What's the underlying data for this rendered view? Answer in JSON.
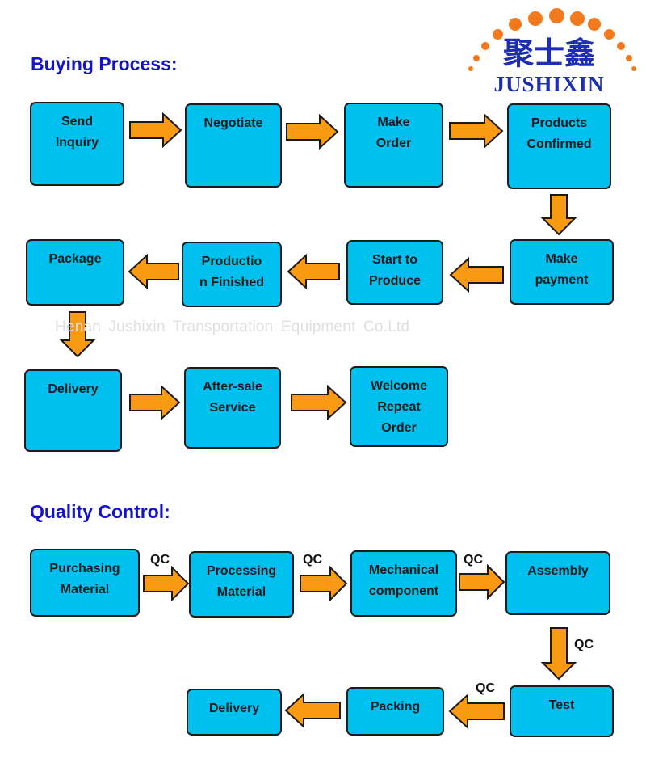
{
  "logo": {
    "chinese_text": "聚士鑫",
    "name": "JUSHIXIN",
    "dot_color": "#f37a1c",
    "text_color": "#1d2fb0"
  },
  "buying": {
    "title": "Buying Process:",
    "steps": {
      "send_inquiry": "Send\nInquiry",
      "negotiate": "Negotiate",
      "make_order": "Make\nOrder",
      "products_confirmed": "Products\nConfirmed",
      "make_payment": "Make\npayment",
      "start_to_produce": "Start to\nProduce",
      "production_finished": "Productio\nn Finished",
      "package": "Package",
      "delivery": "Delivery",
      "after_sale_service": "After-sale\nService",
      "welcome_repeat_order": "Welcome\nRepeat\nOrder"
    }
  },
  "watermark": "Henan Jushixin Transportation Equipment Co.Ltd",
  "quality": {
    "title": "Quality Control:",
    "steps": {
      "purchasing_material": "Purchasing\nMaterial",
      "processing_material": "Processing\nMaterial",
      "mechanical_component": "Mechanical\ncomponent",
      "assembly": "Assembly",
      "test": "Test",
      "packing": "Packing",
      "delivery": "Delivery"
    },
    "qc_label": "QC"
  },
  "colors": {
    "box_fill": "#00c0f0",
    "arrow_fill": "#f99b12",
    "title_color": "#1414c8"
  }
}
